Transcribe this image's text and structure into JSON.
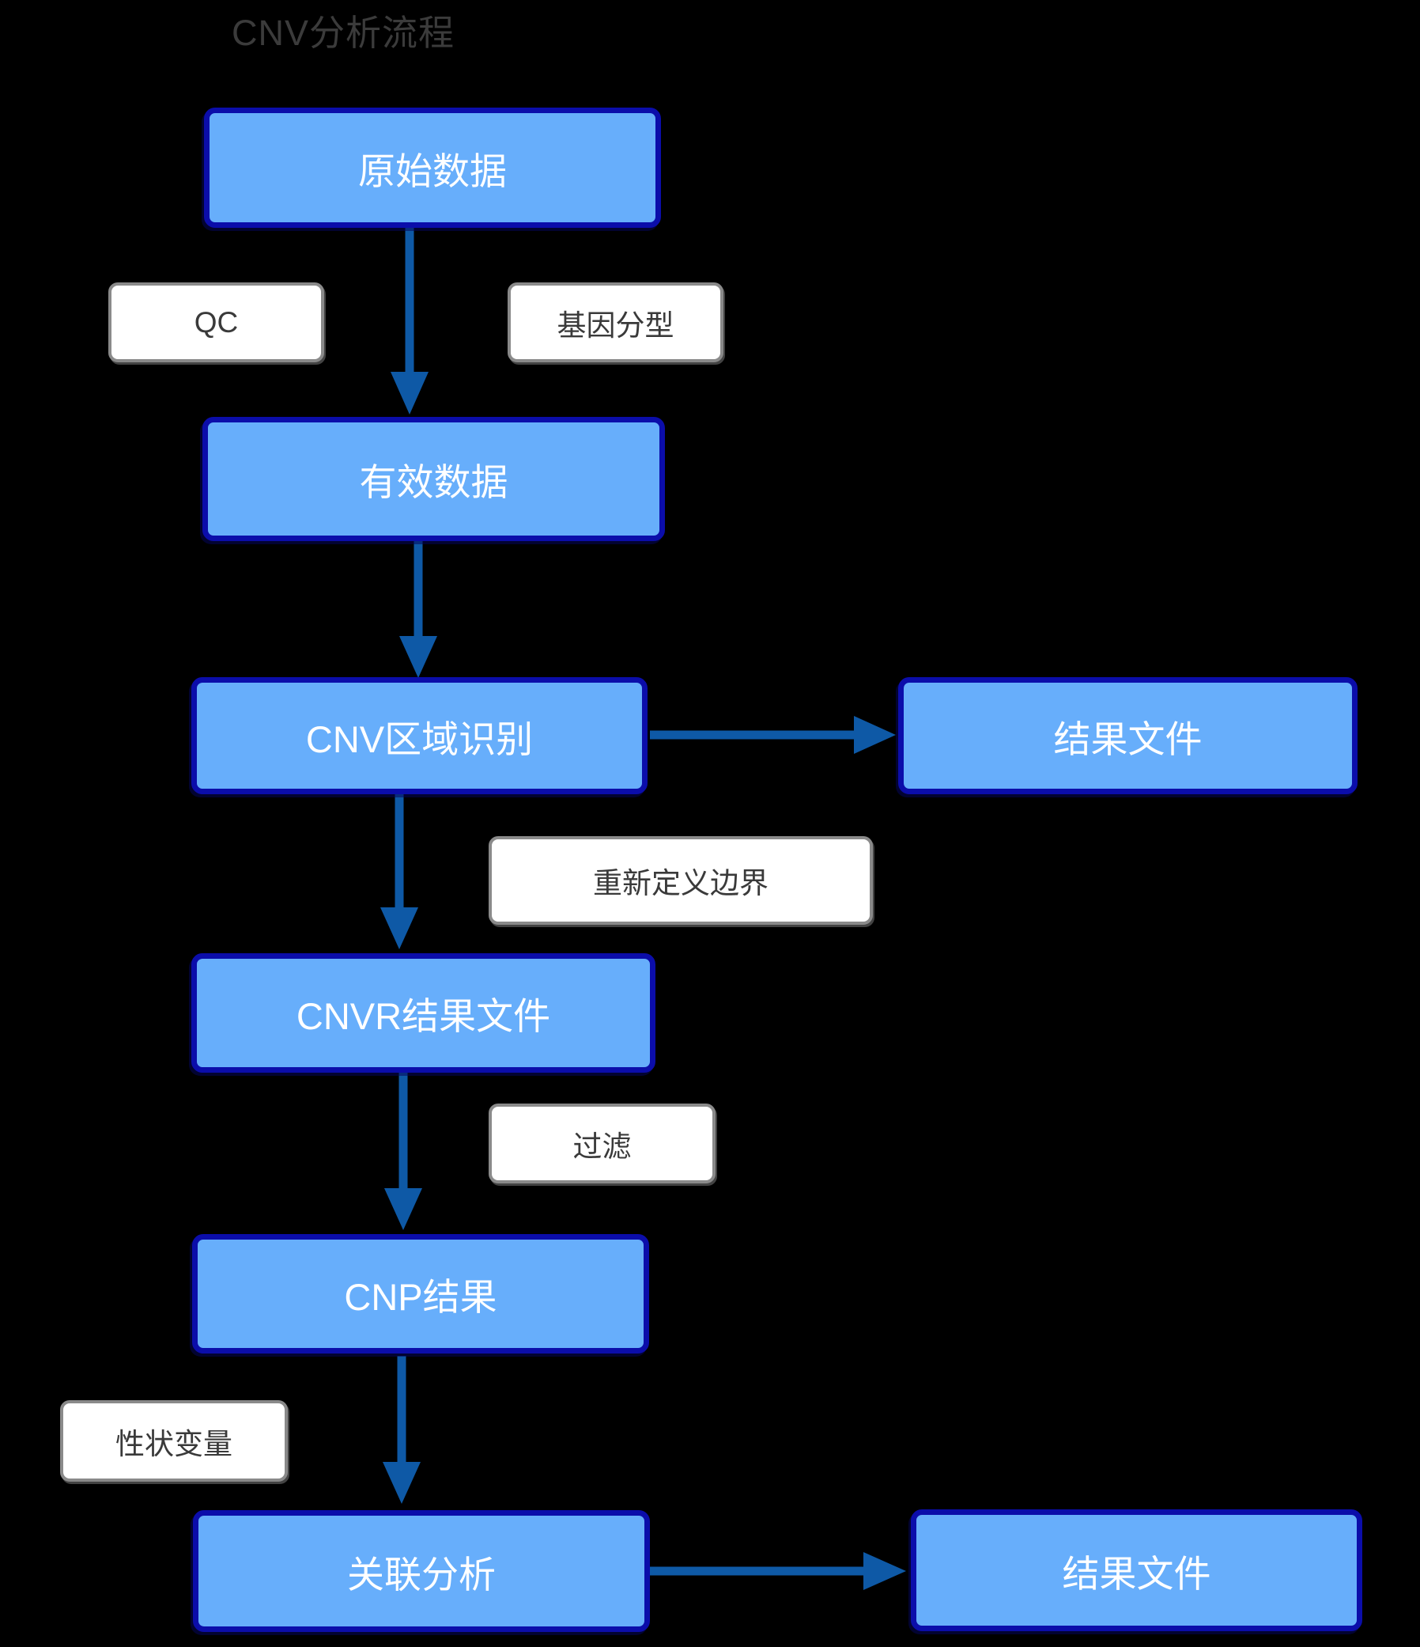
{
  "title": "CNV分析流程",
  "colors": {
    "background": "#000000",
    "title_text": "#3b3b3b",
    "node_fill": "#67aefb",
    "node_border": "#0b0daa",
    "node_text": "#ffffff",
    "label_fill": "#ffffff",
    "label_border": "#8a8a8a",
    "label_text": "#3a3a3a",
    "arrow": "#0e59a6"
  },
  "nodes": [
    {
      "id": "raw-data",
      "label": "原始数据"
    },
    {
      "id": "valid-data",
      "label": "有效数据"
    },
    {
      "id": "cnv-region-detect",
      "label": "CNV区域识别"
    },
    {
      "id": "result-file-top",
      "label": "结果文件"
    },
    {
      "id": "cnvr-result-file",
      "label": "CNVR结果文件"
    },
    {
      "id": "cnp-result",
      "label": "CNP结果"
    },
    {
      "id": "association",
      "label": "关联分析"
    },
    {
      "id": "result-file-bottom",
      "label": "结果文件"
    }
  ],
  "process_labels": [
    {
      "id": "qc",
      "label": "QC"
    },
    {
      "id": "genotyping",
      "label": "基因分型"
    },
    {
      "id": "redefine-boundary",
      "label": "重新定义边界"
    },
    {
      "id": "filter",
      "label": "过滤"
    },
    {
      "id": "trait-variable",
      "label": "性状变量"
    }
  ],
  "edges": [
    {
      "from": "raw-data",
      "to": "valid-data"
    },
    {
      "from": "valid-data",
      "to": "cnv-region-detect"
    },
    {
      "from": "cnv-region-detect",
      "to": "result-file-top"
    },
    {
      "from": "cnv-region-detect",
      "to": "cnvr-result-file"
    },
    {
      "from": "cnvr-result-file",
      "to": "cnp-result"
    },
    {
      "from": "cnp-result",
      "to": "association"
    },
    {
      "from": "association",
      "to": "result-file-bottom"
    }
  ]
}
